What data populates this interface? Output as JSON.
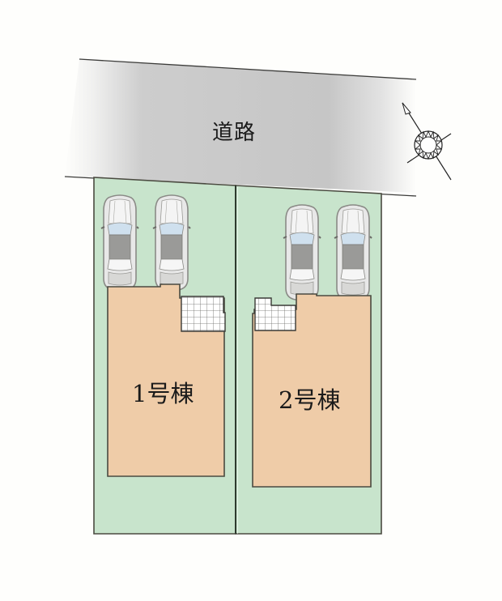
{
  "road": {
    "label": "道路",
    "fill_color": "#c8c8c8"
  },
  "compass": {
    "icon": "compass-rose-north-arrow",
    "north_direction": "upper-left"
  },
  "lots": [
    {
      "id": "lot-1",
      "label": "1号棟",
      "parking_spaces": 2,
      "has_terrace_grid": true,
      "terrace_side": "right"
    },
    {
      "id": "lot-2",
      "label": "2号棟",
      "parking_spaces": 2,
      "has_terrace_grid": true,
      "terrace_side": "left"
    }
  ],
  "colors": {
    "lot_green": "#c8e4cc",
    "building_peach": "#efcca8",
    "outline": "#4a4a40",
    "road_gray": "#c8c8c8",
    "background": "#fefefc"
  }
}
